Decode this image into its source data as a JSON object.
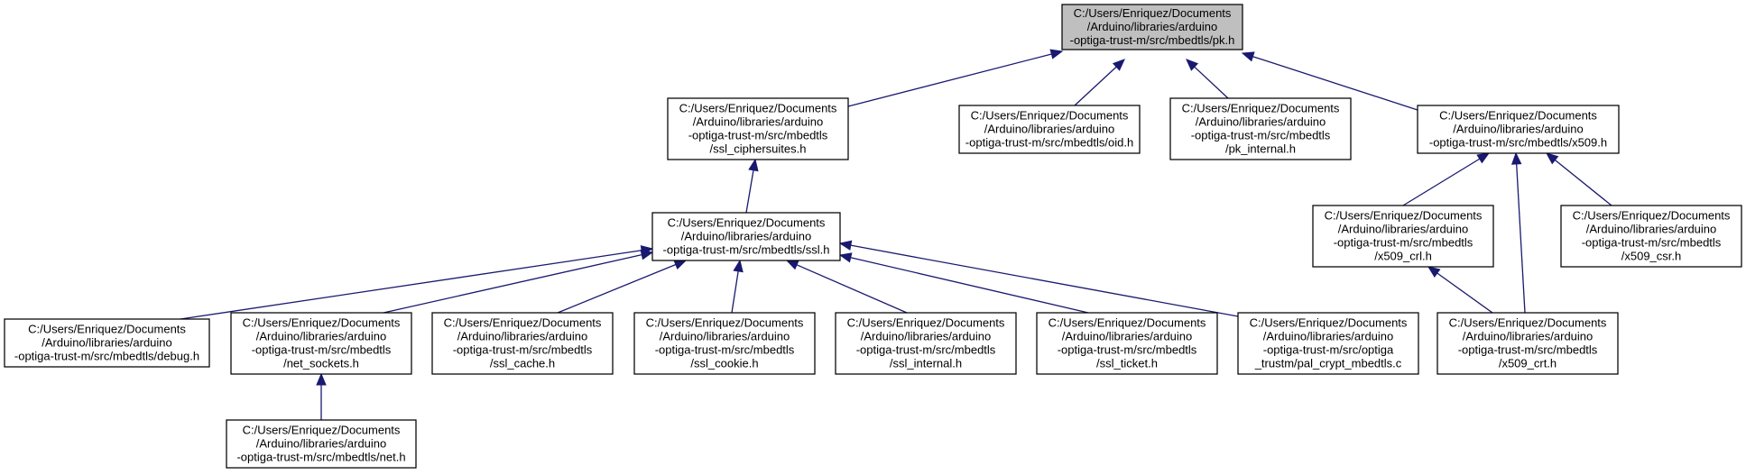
{
  "graph": {
    "nodes": [
      {
        "id": "pk",
        "root": true,
        "lines": [
          "C:/Users/Enriquez/Documents",
          "/Arduino/libraries/arduino",
          "-optiga-trust-m/src/mbedtls/pk.h"
        ]
      },
      {
        "id": "ssl_ciphersuites",
        "lines": [
          "C:/Users/Enriquez/Documents",
          "/Arduino/libraries/arduino",
          "-optiga-trust-m/src/mbedtls",
          "/ssl_ciphersuites.h"
        ]
      },
      {
        "id": "oid",
        "lines": [
          "C:/Users/Enriquez/Documents",
          "/Arduino/libraries/arduino",
          "-optiga-trust-m/src/mbedtls/oid.h"
        ]
      },
      {
        "id": "pk_internal",
        "lines": [
          "C:/Users/Enriquez/Documents",
          "/Arduino/libraries/arduino",
          "-optiga-trust-m/src/mbedtls",
          "/pk_internal.h"
        ]
      },
      {
        "id": "x509",
        "lines": [
          "C:/Users/Enriquez/Documents",
          "/Arduino/libraries/arduino",
          "-optiga-trust-m/src/mbedtls/x509.h"
        ]
      },
      {
        "id": "ssl",
        "lines": [
          "C:/Users/Enriquez/Documents",
          "/Arduino/libraries/arduino",
          "-optiga-trust-m/src/mbedtls/ssl.h"
        ]
      },
      {
        "id": "x509_crl",
        "lines": [
          "C:/Users/Enriquez/Documents",
          "/Arduino/libraries/arduino",
          "-optiga-trust-m/src/mbedtls",
          "/x509_crl.h"
        ]
      },
      {
        "id": "x509_csr",
        "lines": [
          "C:/Users/Enriquez/Documents",
          "/Arduino/libraries/arduino",
          "-optiga-trust-m/src/mbedtls",
          "/x509_csr.h"
        ]
      },
      {
        "id": "debug",
        "lines": [
          "C:/Users/Enriquez/Documents",
          "/Arduino/libraries/arduino",
          "-optiga-trust-m/src/mbedtls/debug.h"
        ]
      },
      {
        "id": "net_sockets",
        "lines": [
          "C:/Users/Enriquez/Documents",
          "/Arduino/libraries/arduino",
          "-optiga-trust-m/src/mbedtls",
          "/net_sockets.h"
        ]
      },
      {
        "id": "ssl_cache",
        "lines": [
          "C:/Users/Enriquez/Documents",
          "/Arduino/libraries/arduino",
          "-optiga-trust-m/src/mbedtls",
          "/ssl_cache.h"
        ]
      },
      {
        "id": "ssl_cookie",
        "lines": [
          "C:/Users/Enriquez/Documents",
          "/Arduino/libraries/arduino",
          "-optiga-trust-m/src/mbedtls",
          "/ssl_cookie.h"
        ]
      },
      {
        "id": "ssl_internal",
        "lines": [
          "C:/Users/Enriquez/Documents",
          "/Arduino/libraries/arduino",
          "-optiga-trust-m/src/mbedtls",
          "/ssl_internal.h"
        ]
      },
      {
        "id": "ssl_ticket",
        "lines": [
          "C:/Users/Enriquez/Documents",
          "/Arduino/libraries/arduino",
          "-optiga-trust-m/src/mbedtls",
          "/ssl_ticket.h"
        ]
      },
      {
        "id": "pal_crypt",
        "lines": [
          "C:/Users/Enriquez/Documents",
          "/Arduino/libraries/arduino",
          "-optiga-trust-m/src/optiga",
          "_trustm/pal_crypt_mbedtls.c"
        ]
      },
      {
        "id": "x509_crt",
        "lines": [
          "C:/Users/Enriquez/Documents",
          "/Arduino/libraries/arduino",
          "-optiga-trust-m/src/mbedtls",
          "/x509_crt.h"
        ]
      },
      {
        "id": "net",
        "lines": [
          "C:/Users/Enriquez/Documents",
          "/Arduino/libraries/arduino",
          "-optiga-trust-m/src/mbedtls/net.h"
        ]
      }
    ],
    "edges": [
      {
        "from": "ssl_ciphersuites",
        "to": "pk"
      },
      {
        "from": "oid",
        "to": "pk"
      },
      {
        "from": "pk_internal",
        "to": "pk"
      },
      {
        "from": "x509",
        "to": "pk"
      },
      {
        "from": "ssl",
        "to": "ssl_ciphersuites"
      },
      {
        "from": "debug",
        "to": "ssl"
      },
      {
        "from": "net_sockets",
        "to": "ssl"
      },
      {
        "from": "ssl_cache",
        "to": "ssl"
      },
      {
        "from": "ssl_cookie",
        "to": "ssl"
      },
      {
        "from": "ssl_internal",
        "to": "ssl"
      },
      {
        "from": "ssl_ticket",
        "to": "ssl"
      },
      {
        "from": "pal_crypt",
        "to": "ssl"
      },
      {
        "from": "net",
        "to": "net_sockets"
      },
      {
        "from": "x509_crl",
        "to": "x509"
      },
      {
        "from": "x509_crt",
        "to": "x509"
      },
      {
        "from": "x509_csr",
        "to": "x509"
      },
      {
        "from": "x509_crt",
        "to": "x509_crl"
      }
    ],
    "colors": {
      "edge": "#191970",
      "root_fill": "#bfbfbf",
      "node_fill": "#ffffff",
      "border": "#000000"
    }
  }
}
